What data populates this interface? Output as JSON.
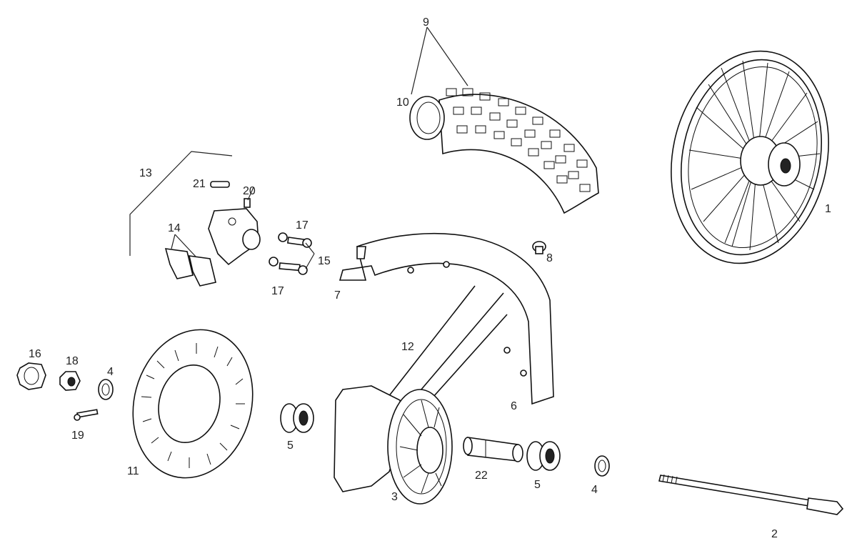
{
  "labels": {
    "l1": "1",
    "l2": "2",
    "l3": "3",
    "l4a": "4",
    "l4b": "4",
    "l5a": "5",
    "l5b": "5",
    "l6": "6",
    "l7": "7",
    "l8": "8",
    "l9": "9",
    "l10": "10",
    "l11": "11",
    "l12": "12",
    "l13": "13",
    "l14": "14",
    "l15": "15",
    "l16": "16",
    "l17a": "17",
    "l17b": "17",
    "l18": "18",
    "l19": "19",
    "l20": "20",
    "l21": "21",
    "l22": "22"
  }
}
